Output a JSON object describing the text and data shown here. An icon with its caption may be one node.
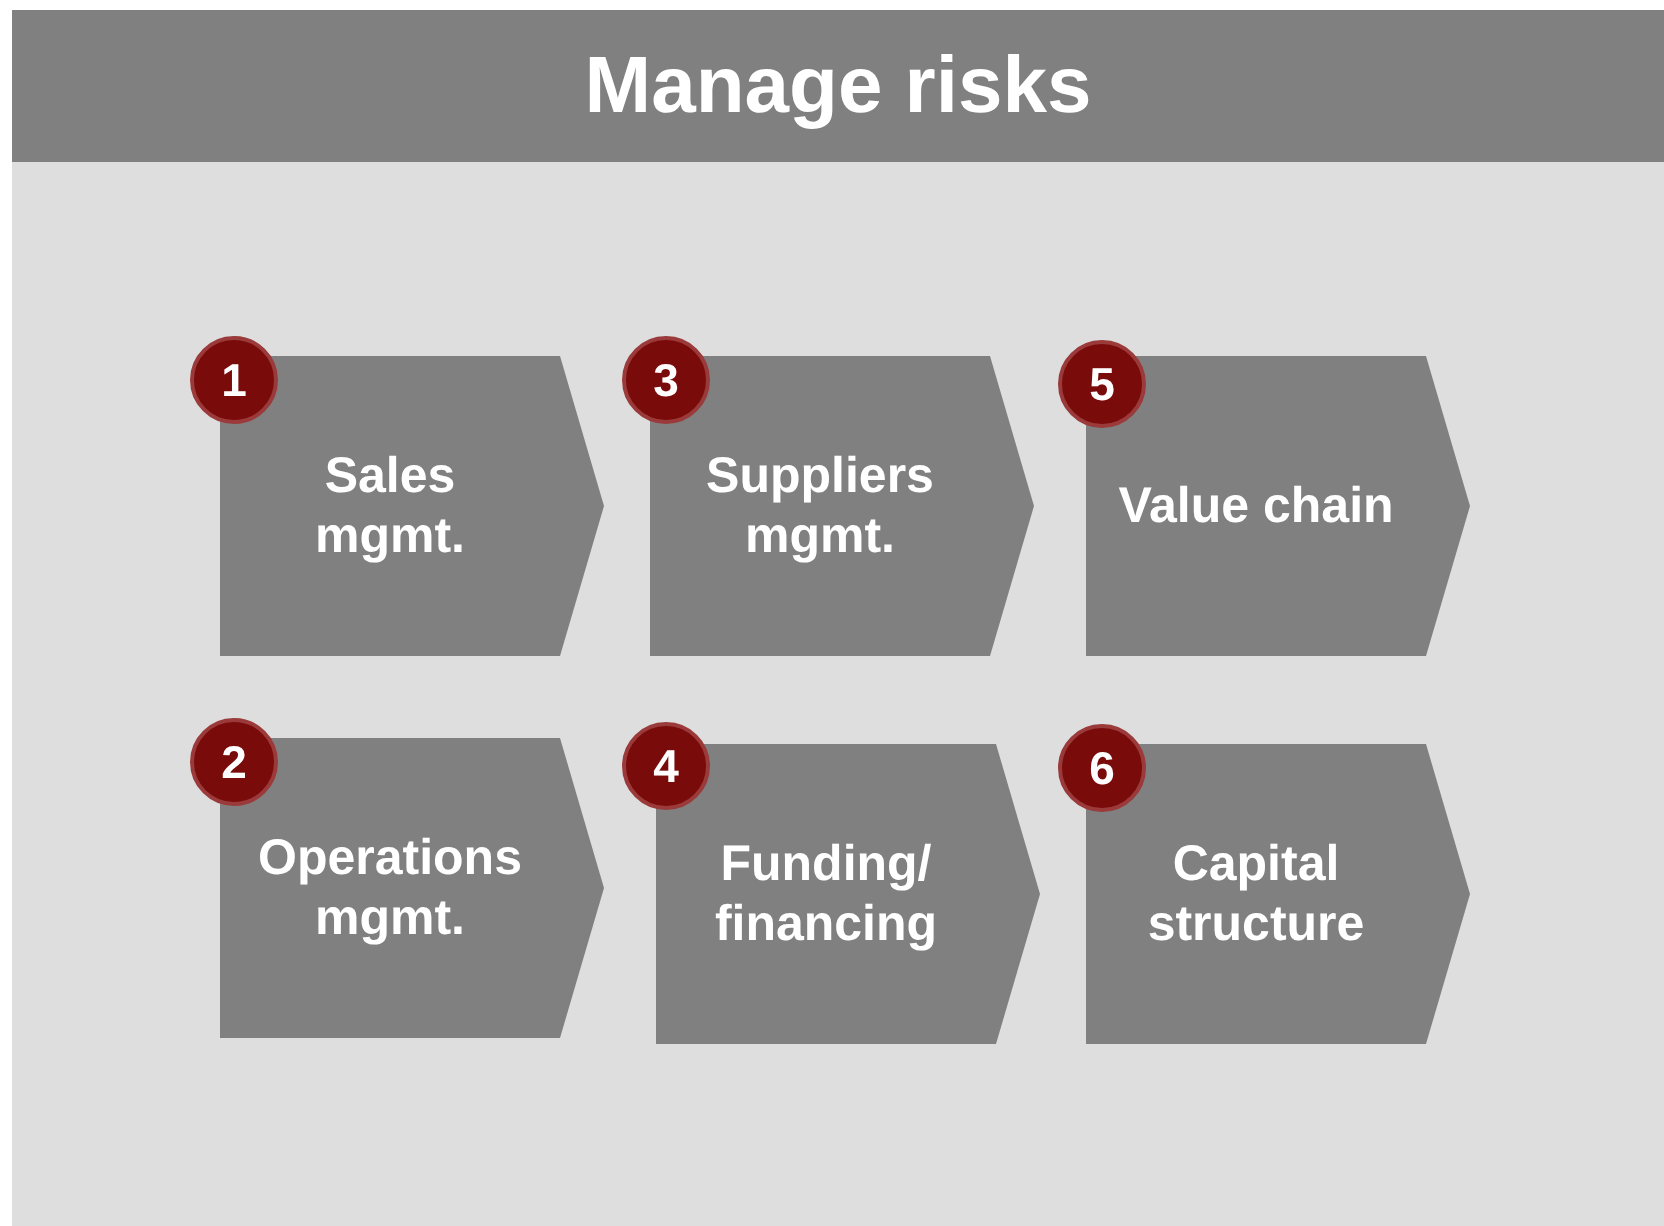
{
  "diagram": {
    "nodes": [
      {
        "text": [
          "Manage risks"
        ]
      },
      {
        "text": [
          "Sales mgmt."
        ],
        "in": 0
      },
      {
        "text": [
          "1"
        ],
        "in": 0
      },
      {
        "text": [
          "Operations mgmt."
        ],
        "in": 0
      },
      {
        "text": [
          "2"
        ],
        "in": 0
      },
      {
        "text": [
          "Suppliers mgmt."
        ],
        "in": 0
      },
      {
        "text": [
          "3"
        ],
        "in": 0
      },
      {
        "text": [
          "Funding/ financing"
        ],
        "in": 0
      },
      {
        "text": [
          "4"
        ],
        "in": 0
      },
      {
        "text": [
          "Value chain"
        ],
        "in": 0
      },
      {
        "text": [
          "5"
        ],
        "in": 0
      },
      {
        "text": [
          "Capital structure"
        ],
        "in": 0
      },
      {
        "text": [
          "6"
        ],
        "in": 0
      }
    ],
    "edges": []
  }
}
